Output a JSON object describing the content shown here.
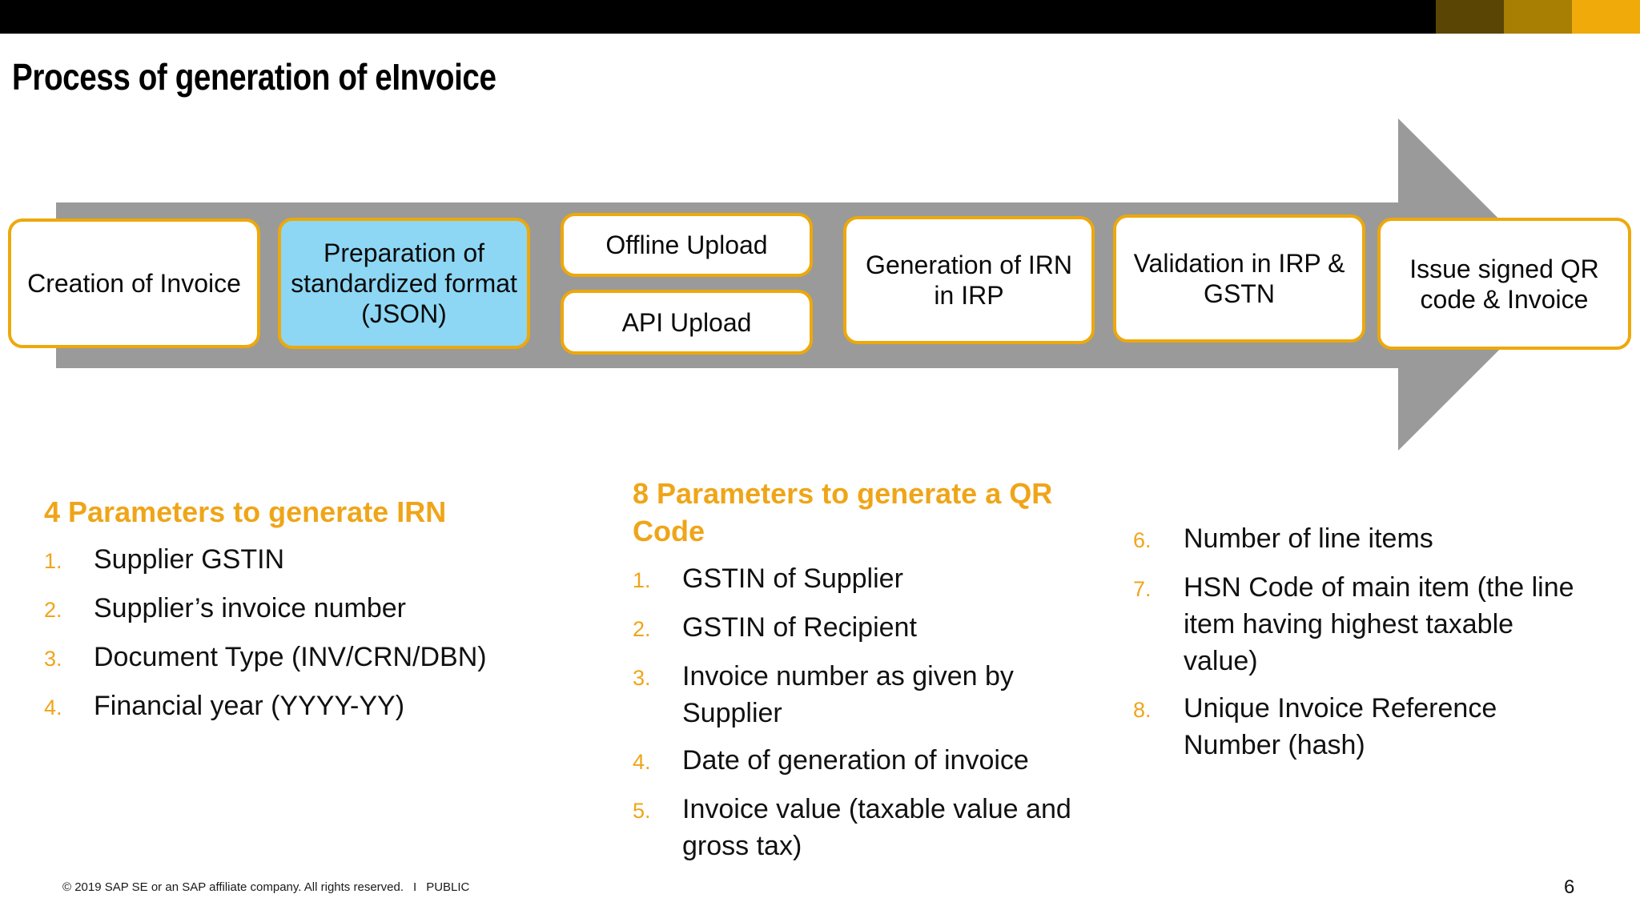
{
  "slide": {
    "title": "Process of generation of eInvoice",
    "page_number": "6"
  },
  "brand_bar": {
    "bar_color": "#000000",
    "accent_blocks": [
      "#5a4505",
      "#a87f03",
      "#f0ab0a"
    ]
  },
  "process_flow": {
    "arrow_color": "#9a9a9a",
    "box_border_color": "#eda80a",
    "highlight_fill_color": "#8dd7f4",
    "steps": [
      {
        "label": "Creation of Invoice",
        "highlighted": false
      },
      {
        "label": "Preparation of standardized format (JSON)",
        "highlighted": true
      },
      {
        "label": "Offline Upload",
        "highlighted": false
      },
      {
        "label": "API Upload",
        "highlighted": false
      },
      {
        "label": "Generation of IRN in IRP",
        "highlighted": false
      },
      {
        "label": "Validation in IRP & GSTN",
        "highlighted": false
      },
      {
        "label": "Issue signed QR code & Invoice",
        "highlighted": false
      }
    ]
  },
  "irn_parameters": {
    "heading": "4 Parameters to generate IRN",
    "heading_color": "#efa519",
    "items": [
      "Supplier GSTIN",
      "Supplier’s invoice number",
      "Document Type (INV/CRN/DBN)",
      "Financial year (YYYY-YY)"
    ]
  },
  "qr_parameters": {
    "heading": "8 Parameters to generate a QR Code",
    "heading_color": "#efa519",
    "items": [
      "GSTIN of Supplier",
      "GSTIN of Recipient",
      "Invoice number as given by Supplier",
      "Date of generation of invoice",
      "Invoice value (taxable value and gross tax)",
      "Number of line items",
      "HSN Code of main item (the line item having highest taxable value)",
      "Unique Invoice Reference Number (hash)"
    ]
  },
  "footer": {
    "copyright": "© 2019 SAP SE or an SAP affiliate company. All rights reserved.",
    "separator": "I",
    "classification": "PUBLIC"
  }
}
